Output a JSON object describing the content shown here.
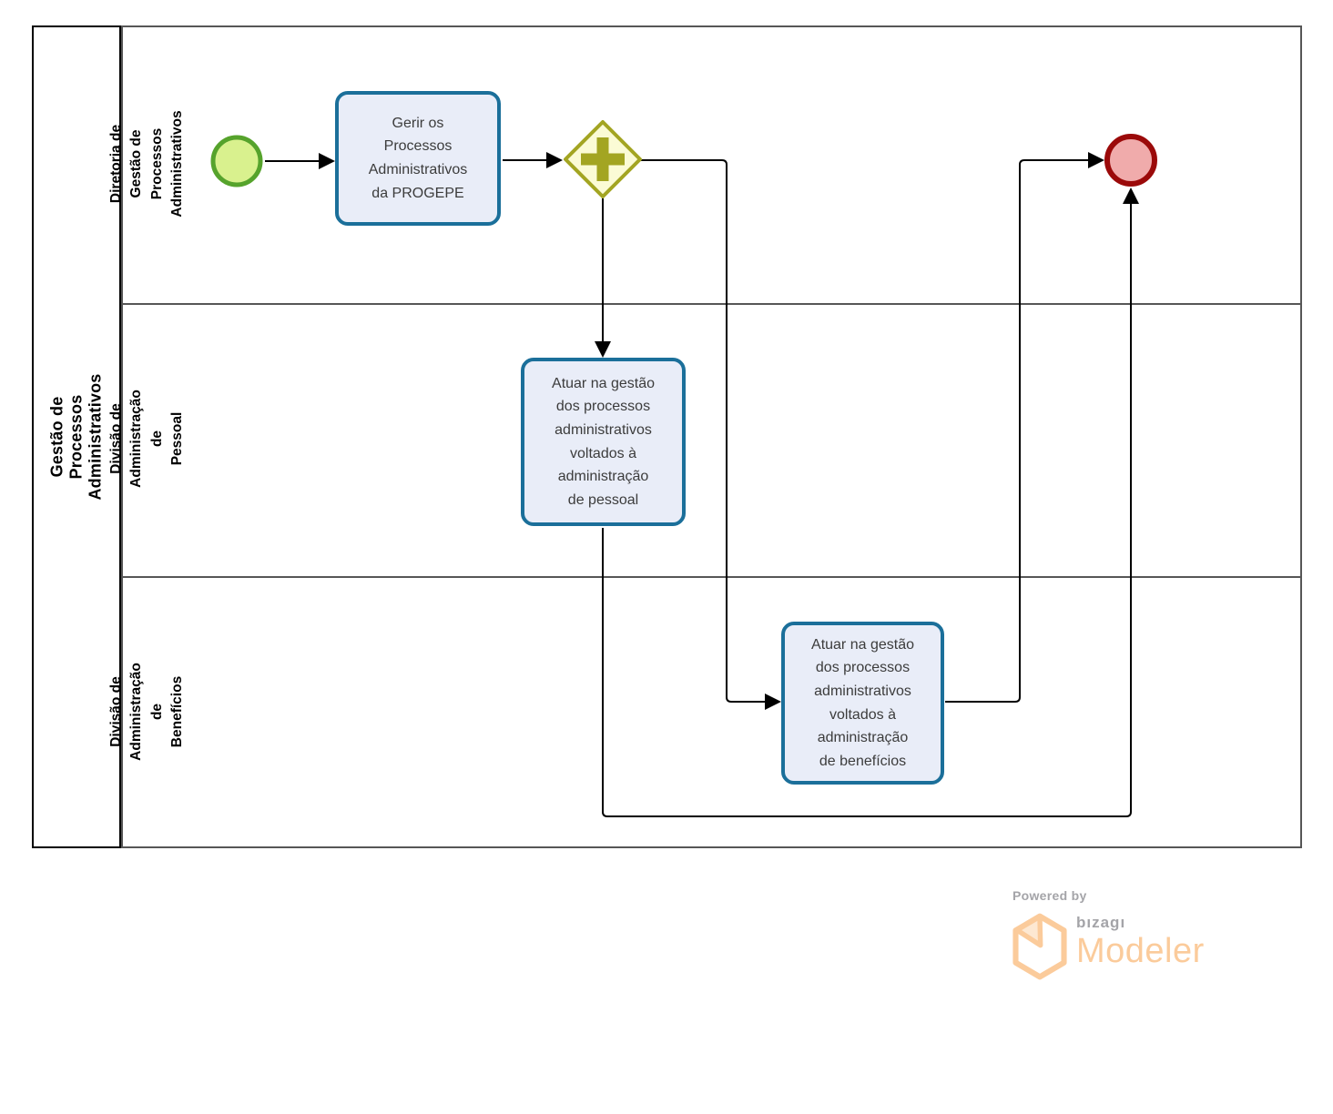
{
  "diagram": {
    "pool_title": "Gestão de Processos Administrativos",
    "lanes": [
      {
        "label": "Diretoria de Gestão de\nProcessos Administrativos"
      },
      {
        "label": "Divisão de Administração de\nPessoal"
      },
      {
        "label": "Divisão de Administração de\nBenefícios"
      }
    ],
    "tasks": {
      "gerir": {
        "label": "Gerir os\nProcessos\nAdministrativos\nda PROGEPE"
      },
      "pessoal": {
        "label": "Atuar na gestão\ndos processos\nadministrativos\nvoltados à\nadministração\nde pessoal"
      },
      "beneficios": {
        "label": "Atuar na gestão\ndos processos\nadministrativos\nvoltados à\nadministração\nde benefícios"
      }
    },
    "elements": {
      "start_event": "start-event",
      "end_event": "end-event",
      "gateway": "parallel-gateway"
    }
  },
  "logo": {
    "powered_by": "Powered by",
    "brand": "bızagı",
    "product": "Modeler"
  },
  "colors": {
    "pool_border": "#000000",
    "lane_border": "#565656",
    "flow_color": "#000000",
    "task_fill": "#e9edf8",
    "task_border": "#1b6f9a",
    "gateway_fill": "#fbfbd5",
    "gateway_border": "#a3a522",
    "start_fill": "#d9f18e",
    "start_border": "#56a32c",
    "end_fill": "#f0abab",
    "end_border": "#9b0a0a",
    "logo_orange": "#fbcb9b",
    "logo_gray": "#a4a4a8"
  }
}
